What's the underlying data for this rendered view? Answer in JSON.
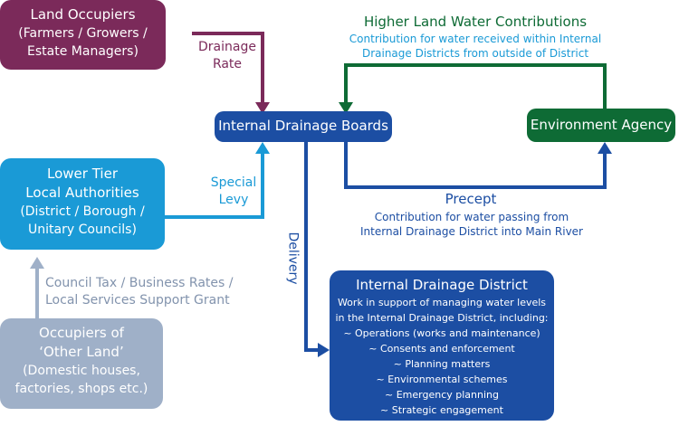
{
  "colors": {
    "purple": "#7b2a5a",
    "sky": "#1a9ad6",
    "navy": "#1c4ea3",
    "green": "#0e6b35",
    "grey": "#9fb0c8",
    "grey_text": "#8293ad"
  },
  "land_occupiers": {
    "title": "Land Occupiers",
    "sub_1": "(Farmers / Growers /",
    "sub_2": "Estate Managers)"
  },
  "lower_tier": {
    "title_1": "Lower Tier",
    "title_2": "Local Authorities",
    "sub_1": "(District / Borough /",
    "sub_2": "Unitary Councils)"
  },
  "other_land": {
    "title_1": "Occupiers of",
    "title_2": "‘Other Land’",
    "sub_1": "(Domestic houses,",
    "sub_2": "factories, shops etc.)"
  },
  "idb": {
    "title": "Internal Drainage Boards"
  },
  "environment_agency": {
    "title": "Environment Agency"
  },
  "idd": {
    "title": "Internal Drainage District",
    "lines": [
      "Work in support of managing water levels",
      "in the Internal Drainage District, including:",
      "~ Operations (works and maintenance)",
      "~ Consents and enforcement",
      "~ Planning matters",
      "~ Environmental schemes",
      "~ Emergency planning",
      "~ Strategic engagement"
    ]
  },
  "labels": {
    "drainage_1": "Drainage",
    "drainage_2": "Rate",
    "special_1": "Special",
    "special_2": "Levy",
    "delivery": "Delivery",
    "council_1": "Council Tax / Business Rates /",
    "council_2": "Local Services Support Grant",
    "higher_title": "Higher Land Water Contributions",
    "higher_sub_1": "Contribution for water received within Internal",
    "higher_sub_2": "Drainage Districts from outside of District",
    "precept_title": "Precept",
    "precept_sub_1": "Contribution for water passing from",
    "precept_sub_2": "Internal Drainage District into Main River"
  }
}
